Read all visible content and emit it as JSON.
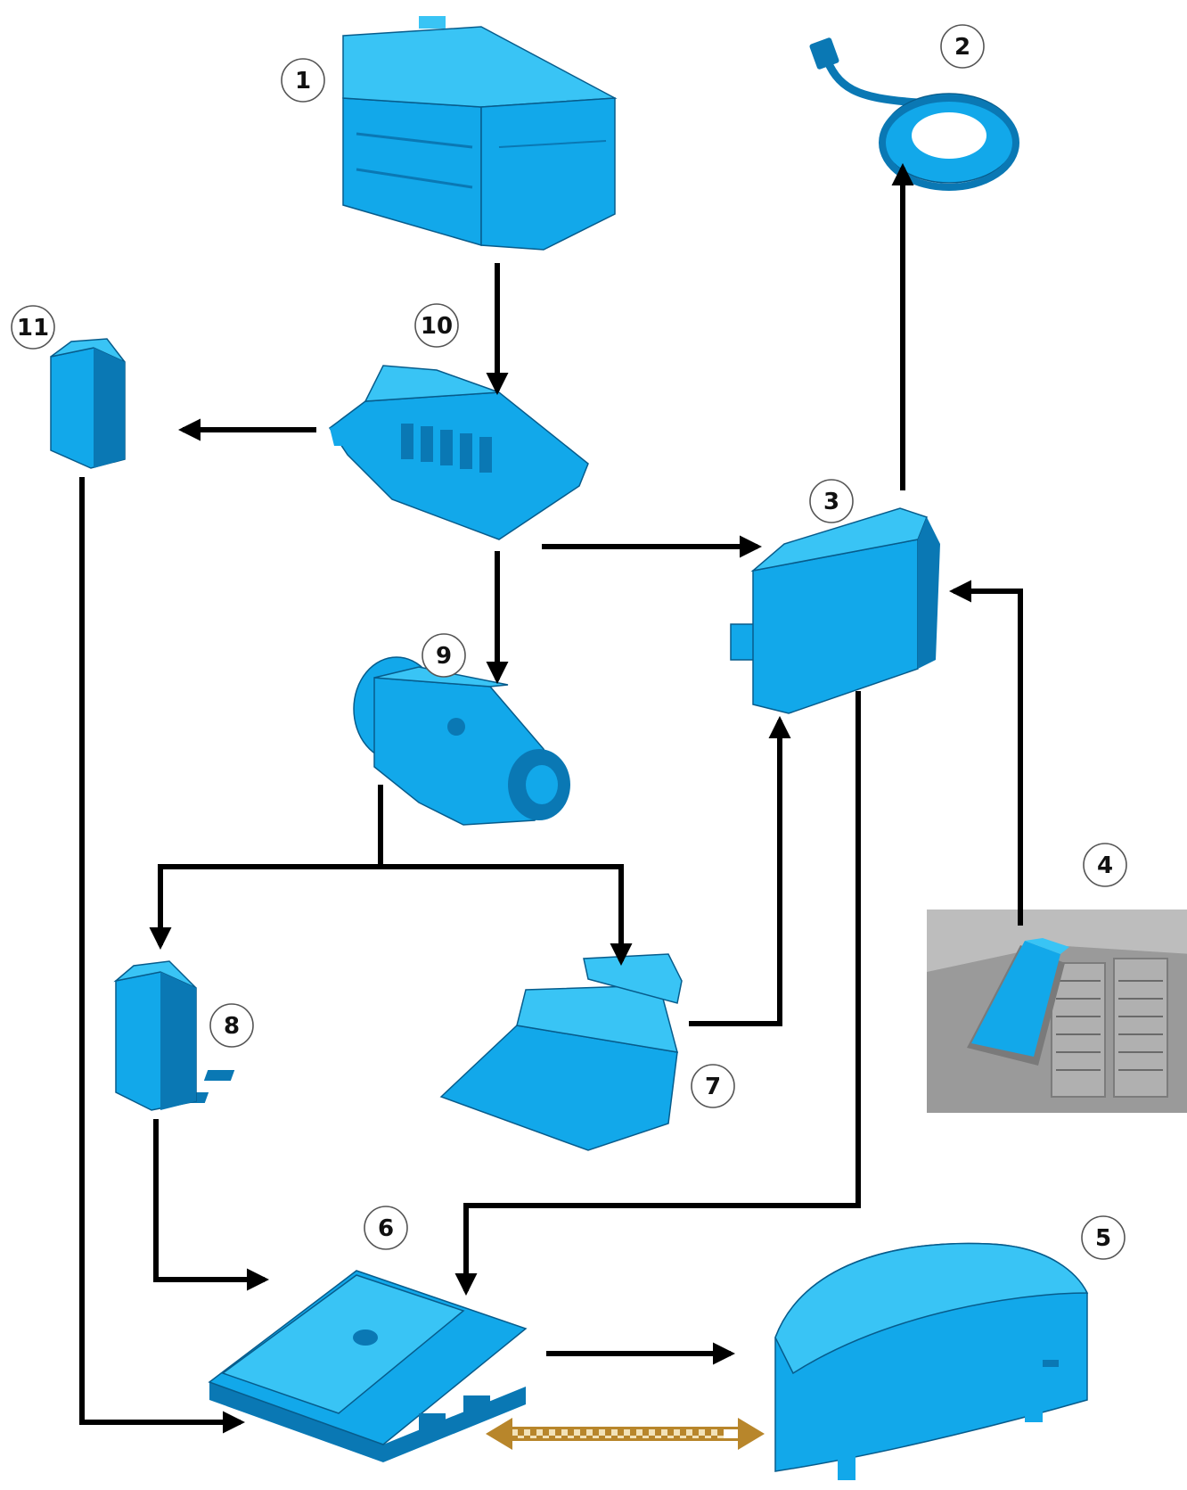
{
  "callouts": [
    {
      "id": "1",
      "label": "1"
    },
    {
      "id": "2",
      "label": "2"
    },
    {
      "id": "3",
      "label": "3"
    },
    {
      "id": "4",
      "label": "4"
    },
    {
      "id": "5",
      "label": "5"
    },
    {
      "id": "6",
      "label": "6"
    },
    {
      "id": "7",
      "label": "7"
    },
    {
      "id": "8",
      "label": "8"
    },
    {
      "id": "9",
      "label": "9"
    },
    {
      "id": "10",
      "label": "10"
    },
    {
      "id": "11",
      "label": "11"
    }
  ],
  "colors": {
    "component": "#12a8ea",
    "component_light": "#39c4f5",
    "component_dark": "#0a78b4",
    "arrow": "#000000",
    "bus_link": "#b8862b",
    "photo_background": "#9a9a9a"
  },
  "connections": [
    {
      "from": "1",
      "to": "10"
    },
    {
      "from": "10",
      "to": "11"
    },
    {
      "from": "10",
      "to": "3"
    },
    {
      "from": "10",
      "to": "9"
    },
    {
      "from": "3",
      "to": "2"
    },
    {
      "from": "4",
      "to": "3"
    },
    {
      "from": "9",
      "to": "8"
    },
    {
      "from": "9",
      "to": "7"
    },
    {
      "from": "7",
      "to": "3"
    },
    {
      "from": "3",
      "to": "6"
    },
    {
      "from": "8",
      "to": "6"
    },
    {
      "from": "11",
      "to": "6"
    },
    {
      "from": "6",
      "to": "5"
    },
    {
      "from": "6",
      "to": "5",
      "style": "bidirectional-bus"
    }
  ]
}
